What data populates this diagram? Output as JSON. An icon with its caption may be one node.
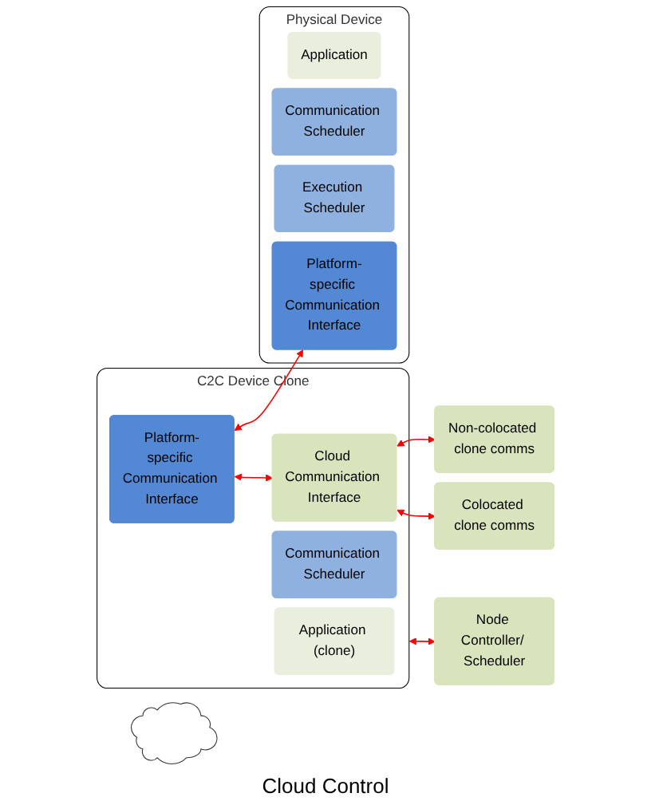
{
  "diagram": {
    "nodes": [
      {
        "text": [
          "C2C Device Clone"
        ]
      },
      {
        "text": [
          "Application (clone)"
        ],
        "in": 0
      },
      {
        "text": [
          "Communication Scheduler"
        ],
        "in": 0
      },
      {
        "text": [
          "Platform-specific Communication Interface"
        ],
        "in": 0
      },
      {
        "text": [
          "Cloud Communication Interface"
        ],
        "in": 0
      },
      {
        "text": [
          "Node Controller/ Scheduler"
        ]
      },
      {
        "text": [
          "Non-colocated clone comms"
        ]
      },
      {
        "text": [
          "Colocated clone comms"
        ]
      },
      {
        "text": [],
        "shape": "cloud"
      },
      {
        "text": [
          "Physical Device"
        ]
      },
      {
        "text": [
          "Platform-specific Communication Interface"
        ],
        "in": 9
      },
      {
        "text": [
          "Execution Scheduler"
        ],
        "in": 9
      },
      {
        "text": [
          "Communication Scheduler"
        ],
        "in": 9
      },
      {
        "text": [
          "Application"
        ],
        "in": 9
      }
    ],
    "edges": [
      {
        "from": 0,
        "to": 5,
        "arrow": "both"
      },
      {
        "from": 4,
        "to": 6,
        "arrow": "both"
      },
      {
        "from": 3,
        "to": 4,
        "arrow": "both"
      },
      {
        "from": 4,
        "to": 7,
        "arrow": "both"
      },
      {
        "from": 3,
        "to": 10,
        "arrow": "both"
      }
    ],
    "labels": [
      "Cloud Control"
    ]
  }
}
